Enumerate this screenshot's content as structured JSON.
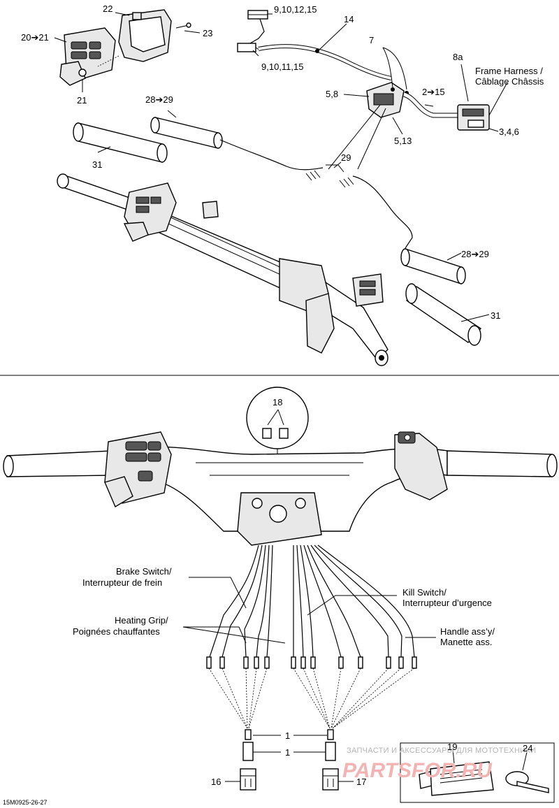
{
  "figure_code": "15M0925-26-27",
  "watermark": {
    "line1": "ЗАПЧАСТИ И АКСЕССУАРЫ ДЛЯ МОТОТЕХНИКИ",
    "line2": "PARTSFOR.RU"
  },
  "callouts": {
    "c20_21": "20➔21",
    "c22": "22",
    "c23": "23",
    "c21": "21",
    "c9_10_12_15": "9,10,12,15",
    "c9_10_11_15": "9,10,11,15",
    "c14": "14",
    "c7": "7",
    "c8a": "8a",
    "frame_harness_en": "Frame Harness /",
    "frame_harness_fr": "Câblage Châssis",
    "c5_8": "5,8",
    "c2_15": "2➔15",
    "c3_4_6": "3,4,6",
    "c5_13": "5,13",
    "c28_29_top": "28➔29",
    "c31_top": "31",
    "c29": "29",
    "c28_29_right": "28➔29",
    "c31_right": "31",
    "c18": "18",
    "brake_switch_en": "Brake Switch/",
    "brake_switch_fr": "Interrupteur de frein",
    "kill_switch_en": "Kill Switch/",
    "kill_switch_fr": "Interrupteur d’urgence",
    "heating_grip_en": "Heating Grip/",
    "heating_grip_fr": "Poignées chauffantes",
    "handle_assy_en": "Handle ass’y/",
    "handle_assy_fr": "Manette ass.",
    "c1a": "1",
    "c1b": "1",
    "c16": "16",
    "c17": "17",
    "c19": "19",
    "c24": "24"
  }
}
